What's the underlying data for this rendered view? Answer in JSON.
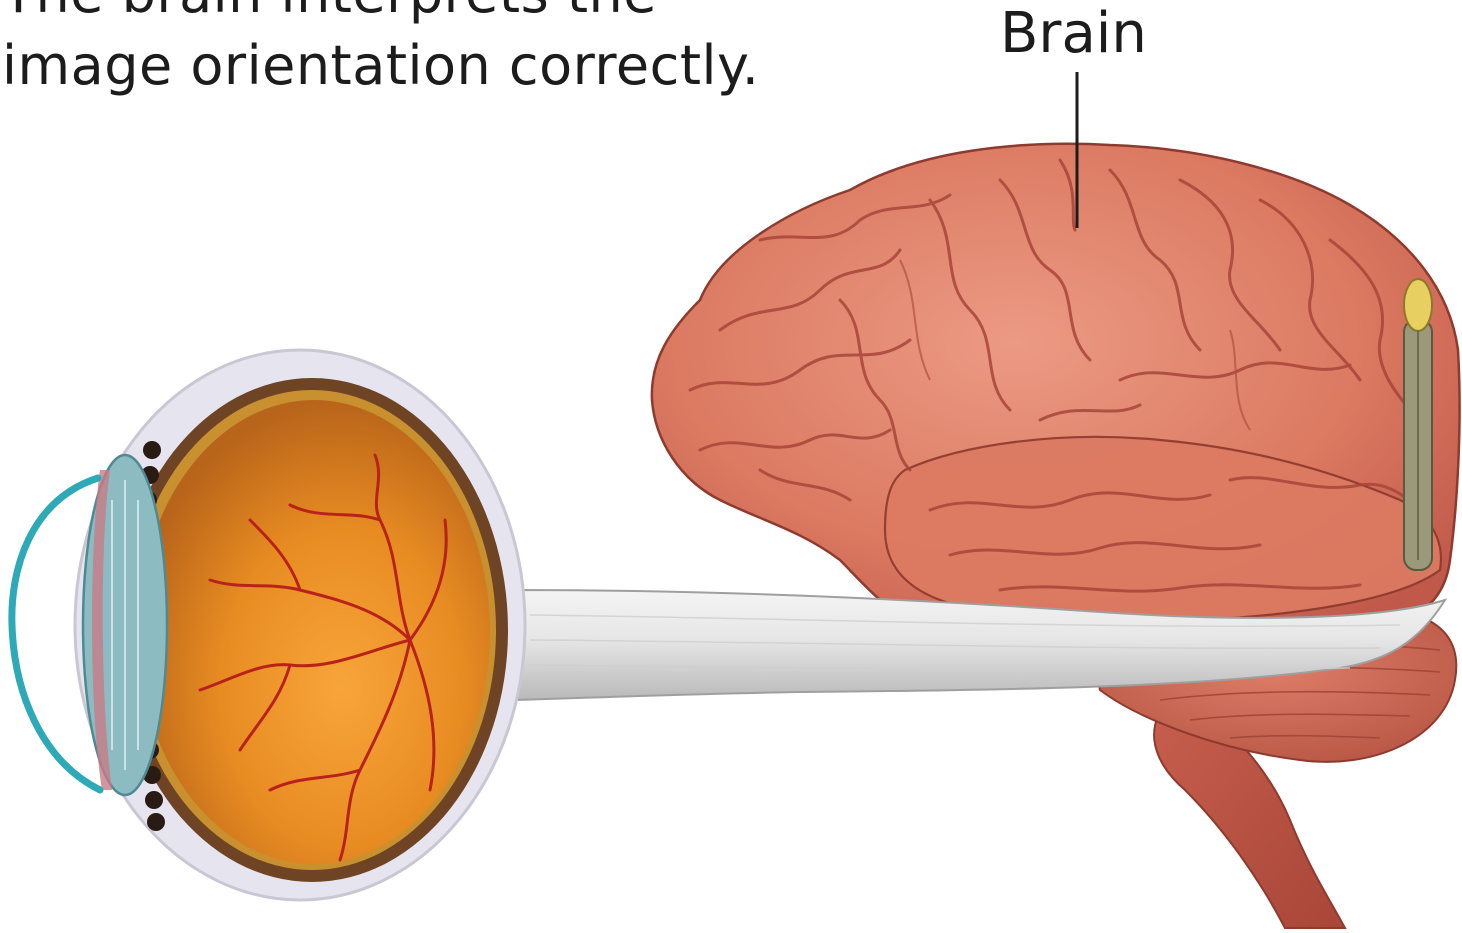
{
  "caption": {
    "line1": "The brain interprets the",
    "line2": "image orientation correctly."
  },
  "labels": {
    "brain": "Brain"
  },
  "parts": {
    "brain": "brain-illustration",
    "eye": "eyeball-cross-section",
    "nerve": "optic-nerve"
  },
  "colors": {
    "brain_fill": "#d9735c",
    "brain_fold": "#a8453a",
    "eye_interior": "#e89028",
    "eye_wall": "#7a4a2a",
    "sclera": "#e4e2ea",
    "cornea": "#2ea9b8",
    "lens": "#7fb3b8",
    "nerve": "#e2e2e2",
    "vessel": "#b8221a"
  }
}
